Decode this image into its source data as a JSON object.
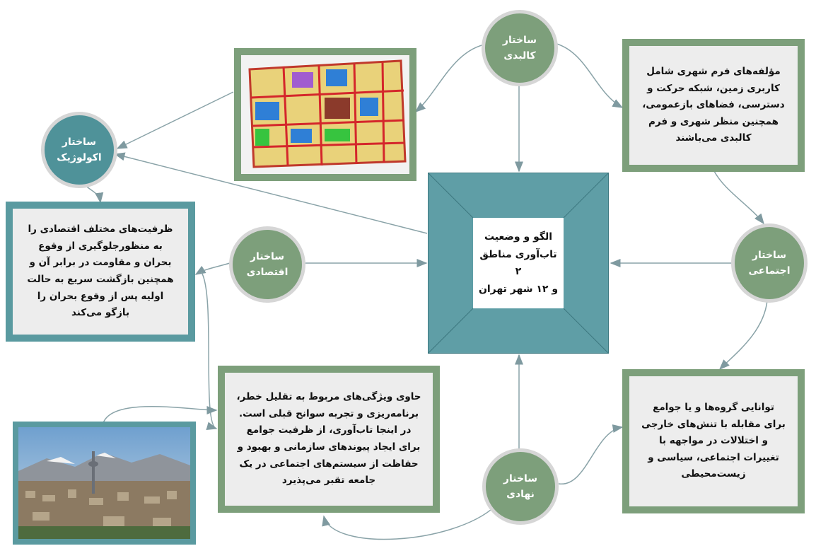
{
  "center": {
    "lines": [
      "الگو و وضعیت",
      "تاب‌آوری مناطق ۲",
      "و ۱۲ شهر تهران"
    ]
  },
  "nodes": {
    "physical": "ساختار کالبدی",
    "ecological": [
      "ساختار",
      "اکولوژیک"
    ],
    "economic": [
      "ساختار",
      "اقتصادی"
    ],
    "social": [
      "ساختار",
      "اجتماعی"
    ],
    "institutional": "ساختار نهادی"
  },
  "boxes": {
    "physical_desc": "مؤلفه‌های فرم شهری شامل کاربری زمین، شبکه حرکت و دسترسی، فضاهای بازعمومی، همچنین منظر شهری و فرم کالبدی می‌باشند",
    "economic_desc": "ظرفیت‌های مختلف اقتصادی را به منظورجلوگیری از وقوع بحران و مقاومت در برابر آن و همچنین بازگشت سریع به حالت اولیه پس از وقوع بحران را بازگو می‌کند",
    "institutional_desc": "حاوی ویژگی‌های مربوط به تقلیل خطر، برنامه‌ریزی و تجربه سوانح قبلی است. در اینجا تاب‌آوری، از ظرفیت جوامع برای ایجاد پیوندهای سازمانی و بهبود و حفاظت از سیستم‌های اجتماعی در یک جامعه تقبر می‌پذیرد",
    "social_desc": "توانایی گروه‌ها و یا جوامع برای مقابله با تنش‌های خارجی و اختلالات در مواجهه با تغییرات اجتماعی، سیاسی و زیست‌محیطی"
  },
  "colors": {
    "green": "#7d9f7b",
    "teal": "#4f9299",
    "center": "#5f9ea6",
    "box_bg": "#ededed",
    "arrow": "#7f9aa0"
  },
  "icons": {
    "map": "land-use-map-image",
    "photo": "tehran-city-photo"
  }
}
